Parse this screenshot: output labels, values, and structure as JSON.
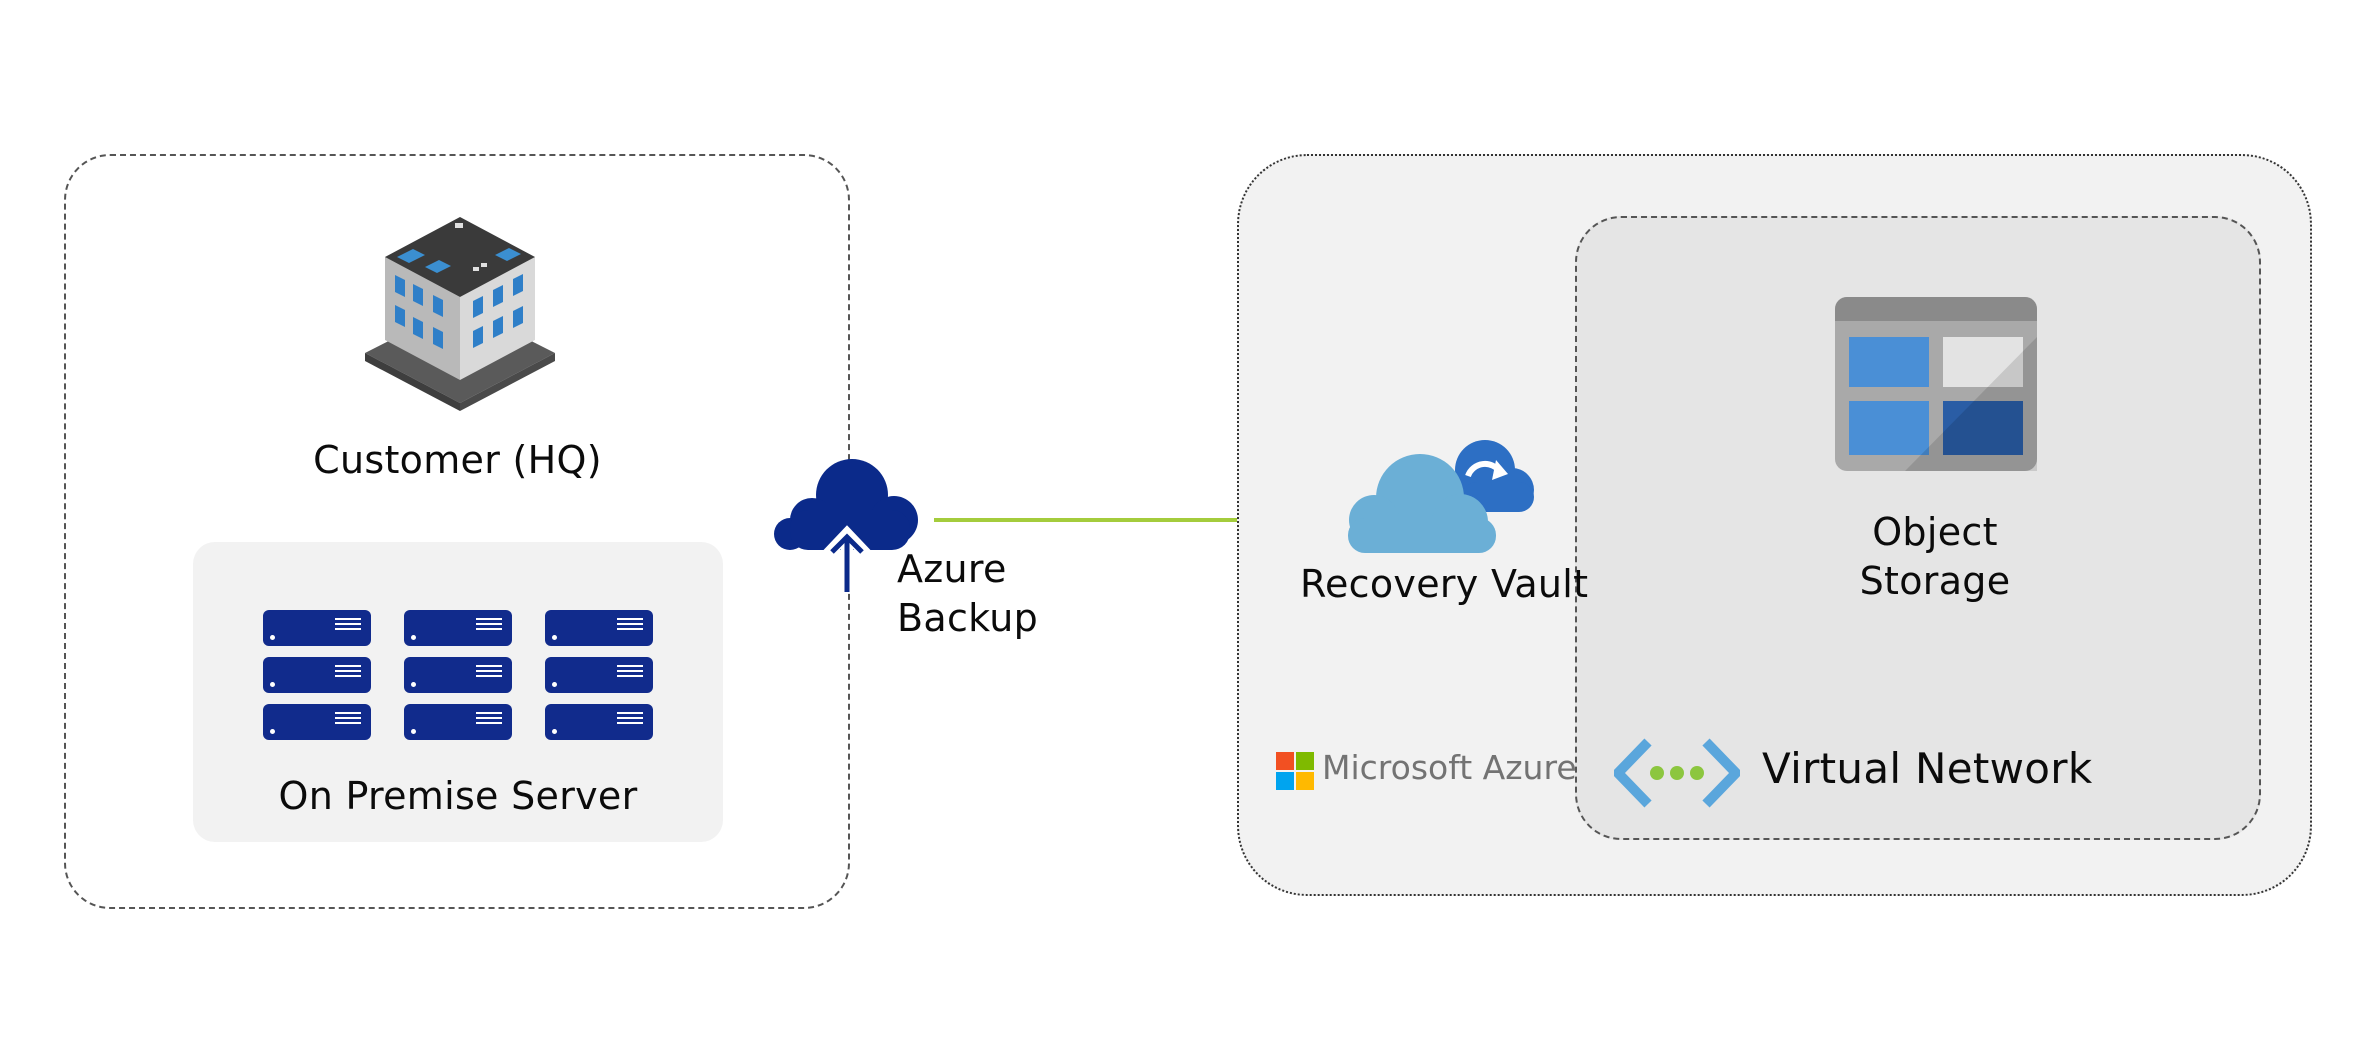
{
  "customer": {
    "label": "Customer (HQ)"
  },
  "on_premise": {
    "label": "On Premise Server",
    "server_count": 9
  },
  "azure_backup": {
    "label_line1": "Azure",
    "label_line2": "Backup"
  },
  "recovery_vault": {
    "label": "Recovery Vault"
  },
  "object_storage": {
    "label_line1": "Object",
    "label_line2": "Storage"
  },
  "microsoft_azure": {
    "logo_text": "Microsoft Azure"
  },
  "virtual_network": {
    "label": "Virtual Network"
  },
  "icons": [
    "building-icon",
    "server-icon",
    "cloud-upload-icon",
    "cloud-sync-icon",
    "storage-icon",
    "vnet-icon",
    "microsoft-logo"
  ],
  "colors": {
    "connector": "#a4cc3c",
    "server_navy": "#112b8c",
    "backup_navy": "#0b2a8a",
    "vault_cloud": "#6bafd6",
    "sync_blue": "#2d6fc4",
    "vnet_blue": "#5aa6dc",
    "vnet_green": "#8cc63f"
  }
}
